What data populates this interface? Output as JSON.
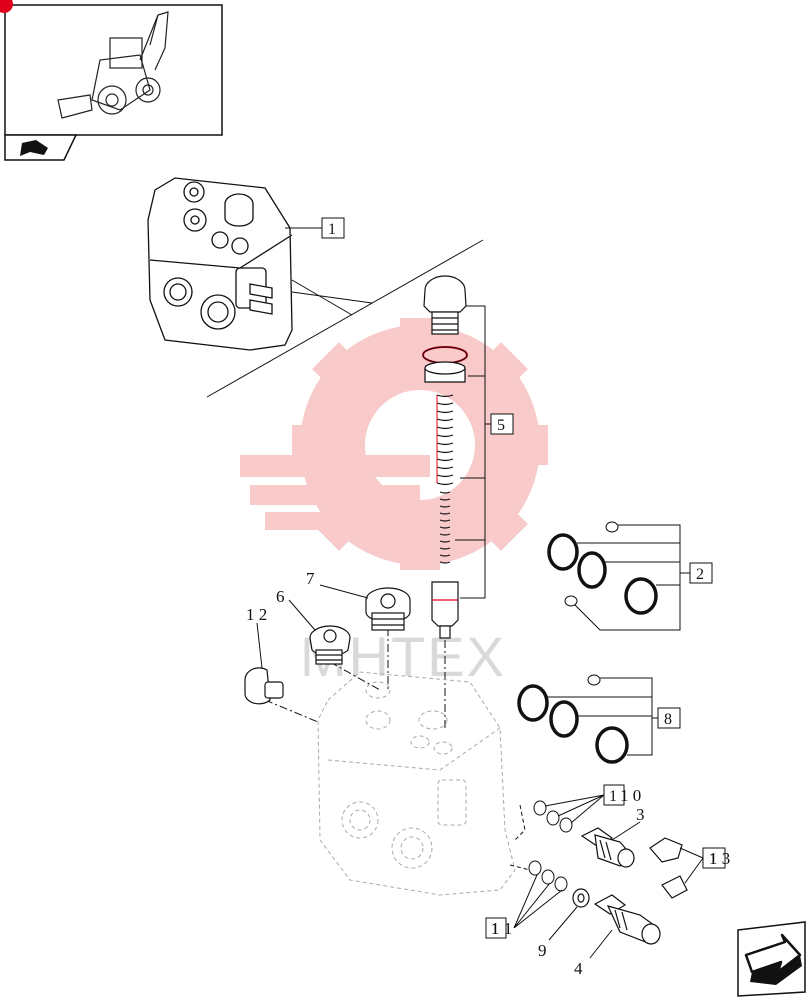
{
  "colors": {
    "line": "#111111",
    "accent_red": "#e0001b",
    "watermark_red": "#f8b4b4",
    "watermark_gray": "#d6d6d6",
    "ghost_line": "#bdbdbd"
  },
  "icons": {
    "thumbnail": "backhoe-loader-icon",
    "tab": "book-arrow-icon",
    "nav": "next-page-arrow-icon"
  },
  "watermark": {
    "text": "MHTEX"
  },
  "callouts": {
    "c1": "1",
    "c2": "2",
    "c3": "3",
    "c4": "4",
    "c6": "6",
    "c7": "7",
    "c9": "9",
    "c10": "1 0",
    "c11": "1 1",
    "c12": "1 2",
    "c13": "1 3"
  },
  "boxed": {
    "b1": "1",
    "b2": "2",
    "b5": "5",
    "b8": "8",
    "b10": "1",
    "b11": "1",
    "b13": "1"
  }
}
